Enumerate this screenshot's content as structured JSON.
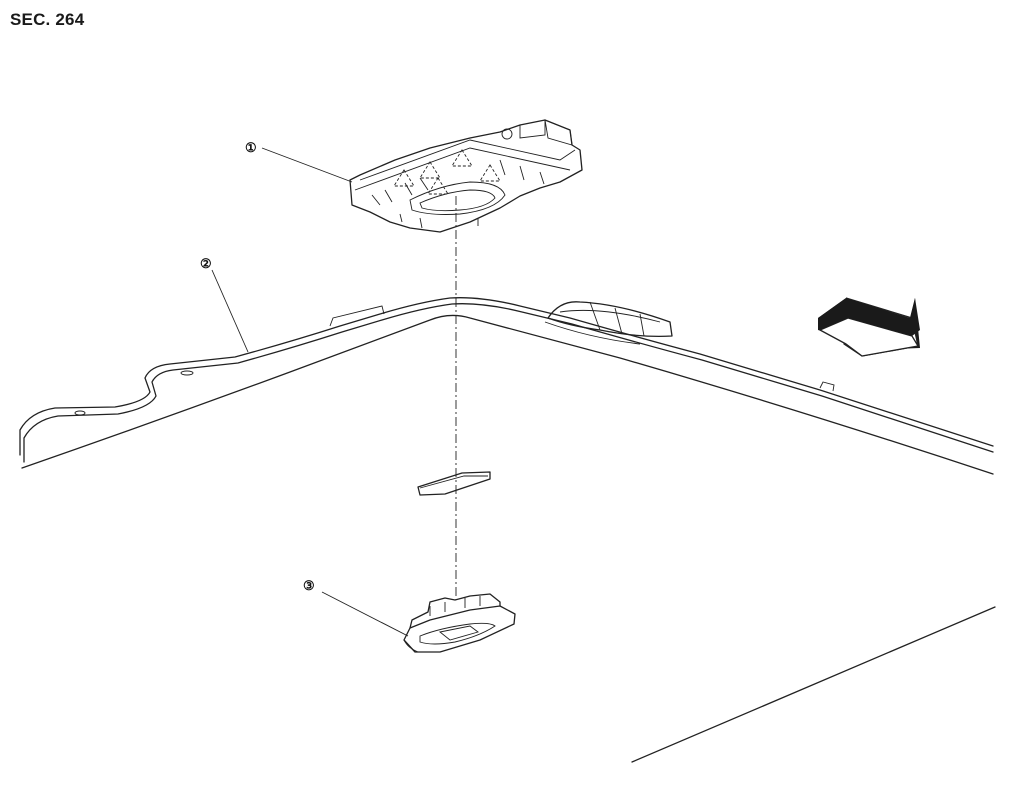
{
  "section": {
    "label": "SEC. 264"
  },
  "callouts": [
    {
      "id": "1",
      "text": "①"
    },
    {
      "id": "2",
      "text": "②"
    },
    {
      "id": "3",
      "text": "③"
    }
  ],
  "colors": {
    "line": "#222222",
    "background": "#ffffff"
  }
}
